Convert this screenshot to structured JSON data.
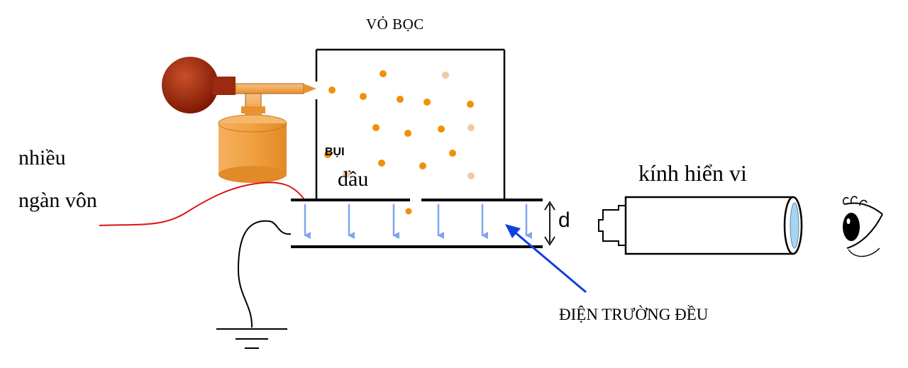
{
  "labels": {
    "enclosure": "VỎ BỌC",
    "voltage_line1": "nhiều",
    "voltage_line2": "ngàn vôn",
    "oil_line1": "BỤI",
    "oil_line2": "dầu",
    "plate_gap": "d",
    "microscope": "kính hiển vi",
    "uniform_field": "ĐIỆN TRƯỜNG ĐỀU"
  },
  "colors": {
    "droplet": "#f0900a",
    "droplet_faded": "#f4c8a0",
    "field_arrow": "#7fa6ee",
    "pointer_arrow": "#1040e0",
    "wire": "#e01010",
    "bulb": "#8b1a00",
    "sprayer_body": "#f0a040",
    "lens": "#a8d4f0"
  },
  "icons": [
    "atomizer-icon",
    "microscope-icon",
    "eye-icon",
    "ground-symbol-icon"
  ]
}
